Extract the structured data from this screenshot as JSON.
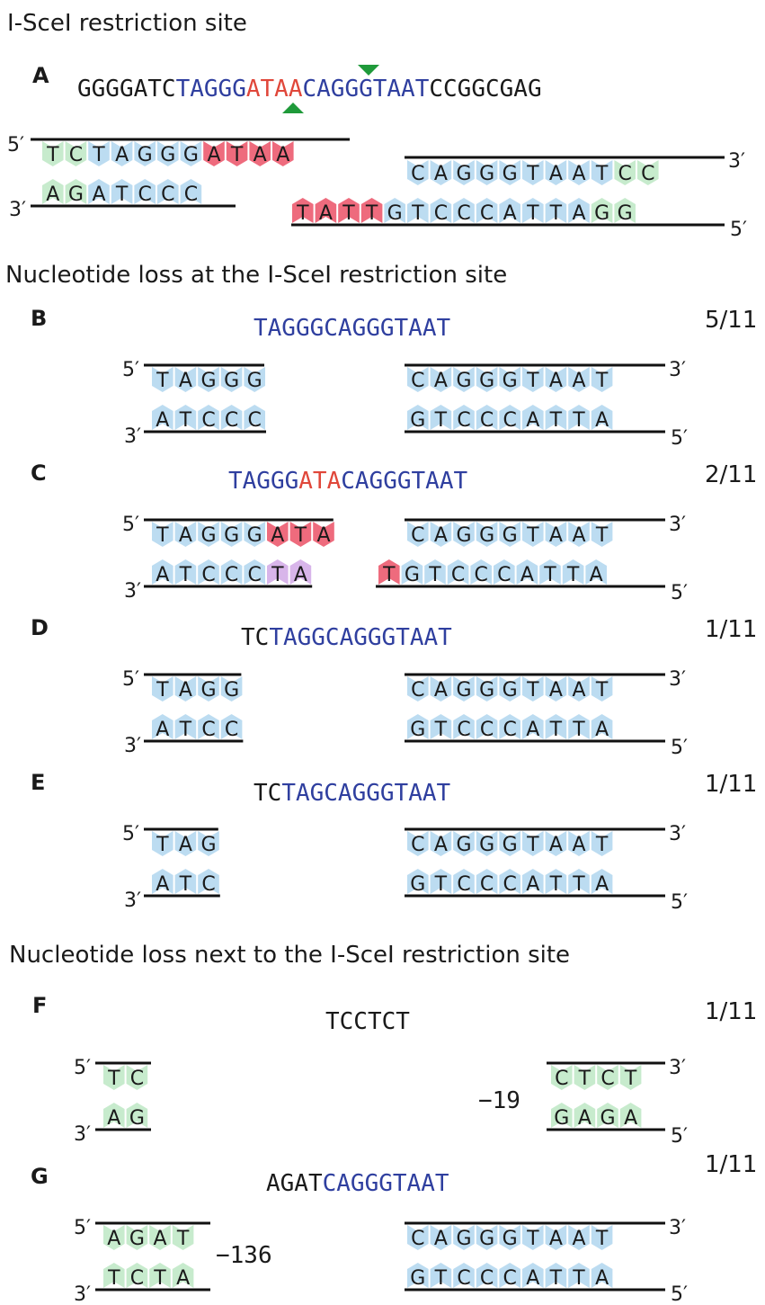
{
  "headings": {
    "site": "I-SceI restriction site",
    "loss_at": "Nucleotide loss at the I-SceI restriction site",
    "loss_next": "Nucleotide loss next to the I-SceI restriction site"
  },
  "end_labels": {
    "five_prime": "5′",
    "three_prime": "3′"
  },
  "colors": {
    "blue_base": "#bcdcf1",
    "green_base": "#c7ebcd",
    "red_base": "#ee6b7d",
    "purple_base": "#d8b5ea",
    "blue_text": "#2f3f9f",
    "red_text": "#e0473a",
    "black_text": "#1a1a1a",
    "cut_marker": "#1f9a3a"
  },
  "panels": [
    {
      "id": "A",
      "letter": "A",
      "sequence": [
        {
          "text": "GGGGATC",
          "color": "black"
        },
        {
          "text": "TAGGG",
          "color": "blue"
        },
        {
          "text": "ATAA",
          "color": "red"
        },
        {
          "text": "CAGGGTAAT",
          "color": "blue"
        },
        {
          "text": "CCGGCGAG",
          "color": "black"
        }
      ],
      "fraction": "",
      "gap_label": "",
      "left_top": [
        {
          "b": "T",
          "c": "green"
        },
        {
          "b": "C",
          "c": "green"
        },
        {
          "b": "T",
          "c": "blue"
        },
        {
          "b": "A",
          "c": "blue"
        },
        {
          "b": "G",
          "c": "blue"
        },
        {
          "b": "G",
          "c": "blue"
        },
        {
          "b": "G",
          "c": "blue"
        },
        {
          "b": "A",
          "c": "red"
        },
        {
          "b": "T",
          "c": "red"
        },
        {
          "b": "A",
          "c": "red"
        },
        {
          "b": "A",
          "c": "red"
        }
      ],
      "left_bottom": [
        {
          "b": "A",
          "c": "green"
        },
        {
          "b": "G",
          "c": "green"
        },
        {
          "b": "A",
          "c": "blue"
        },
        {
          "b": "T",
          "c": "blue"
        },
        {
          "b": "C",
          "c": "blue"
        },
        {
          "b": "C",
          "c": "blue"
        },
        {
          "b": "C",
          "c": "blue"
        }
      ],
      "right_top": [
        {
          "b": "C",
          "c": "blue"
        },
        {
          "b": "A",
          "c": "blue"
        },
        {
          "b": "G",
          "c": "blue"
        },
        {
          "b": "G",
          "c": "blue"
        },
        {
          "b": "G",
          "c": "blue"
        },
        {
          "b": "T",
          "c": "blue"
        },
        {
          "b": "A",
          "c": "blue"
        },
        {
          "b": "A",
          "c": "blue"
        },
        {
          "b": "T",
          "c": "blue"
        },
        {
          "b": "C",
          "c": "green"
        },
        {
          "b": "C",
          "c": "green"
        }
      ],
      "right_bottom": [
        {
          "b": "T",
          "c": "red"
        },
        {
          "b": "A",
          "c": "red"
        },
        {
          "b": "T",
          "c": "red"
        },
        {
          "b": "T",
          "c": "red"
        },
        {
          "b": "G",
          "c": "blue"
        },
        {
          "b": "T",
          "c": "blue"
        },
        {
          "b": "C",
          "c": "blue"
        },
        {
          "b": "C",
          "c": "blue"
        },
        {
          "b": "C",
          "c": "blue"
        },
        {
          "b": "A",
          "c": "blue"
        },
        {
          "b": "T",
          "c": "blue"
        },
        {
          "b": "T",
          "c": "blue"
        },
        {
          "b": "A",
          "c": "blue"
        },
        {
          "b": "G",
          "c": "green"
        },
        {
          "b": "G",
          "c": "green"
        }
      ]
    },
    {
      "id": "B",
      "letter": "B",
      "sequence": [
        {
          "text": "TAGGGCAGGGTAAT",
          "color": "blue"
        }
      ],
      "fraction": "5/11",
      "gap_label": "",
      "left_top": [
        {
          "b": "T",
          "c": "blue"
        },
        {
          "b": "A",
          "c": "blue"
        },
        {
          "b": "G",
          "c": "blue"
        },
        {
          "b": "G",
          "c": "blue"
        },
        {
          "b": "G",
          "c": "blue"
        }
      ],
      "left_bottom": [
        {
          "b": "A",
          "c": "blue"
        },
        {
          "b": "T",
          "c": "blue"
        },
        {
          "b": "C",
          "c": "blue"
        },
        {
          "b": "C",
          "c": "blue"
        },
        {
          "b": "C",
          "c": "blue"
        }
      ],
      "right_top": [
        {
          "b": "C",
          "c": "blue"
        },
        {
          "b": "A",
          "c": "blue"
        },
        {
          "b": "G",
          "c": "blue"
        },
        {
          "b": "G",
          "c": "blue"
        },
        {
          "b": "G",
          "c": "blue"
        },
        {
          "b": "T",
          "c": "blue"
        },
        {
          "b": "A",
          "c": "blue"
        },
        {
          "b": "A",
          "c": "blue"
        },
        {
          "b": "T",
          "c": "blue"
        }
      ],
      "right_bottom": [
        {
          "b": "G",
          "c": "blue"
        },
        {
          "b": "T",
          "c": "blue"
        },
        {
          "b": "C",
          "c": "blue"
        },
        {
          "b": "C",
          "c": "blue"
        },
        {
          "b": "C",
          "c": "blue"
        },
        {
          "b": "A",
          "c": "blue"
        },
        {
          "b": "T",
          "c": "blue"
        },
        {
          "b": "T",
          "c": "blue"
        },
        {
          "b": "A",
          "c": "blue"
        }
      ]
    },
    {
      "id": "C",
      "letter": "C",
      "sequence": [
        {
          "text": "TAGGG",
          "color": "blue"
        },
        {
          "text": "ATA",
          "color": "red"
        },
        {
          "text": "CAGGGTAAT",
          "color": "blue"
        }
      ],
      "fraction": "2/11",
      "gap_label": "",
      "left_top": [
        {
          "b": "T",
          "c": "blue"
        },
        {
          "b": "A",
          "c": "blue"
        },
        {
          "b": "G",
          "c": "blue"
        },
        {
          "b": "G",
          "c": "blue"
        },
        {
          "b": "G",
          "c": "blue"
        },
        {
          "b": "A",
          "c": "red"
        },
        {
          "b": "T",
          "c": "red"
        },
        {
          "b": "A",
          "c": "red"
        }
      ],
      "left_bottom": [
        {
          "b": "A",
          "c": "blue"
        },
        {
          "b": "T",
          "c": "blue"
        },
        {
          "b": "C",
          "c": "blue"
        },
        {
          "b": "C",
          "c": "blue"
        },
        {
          "b": "C",
          "c": "blue"
        },
        {
          "b": "T",
          "c": "purple"
        },
        {
          "b": "A",
          "c": "purple"
        }
      ],
      "right_top": [
        {
          "b": "C",
          "c": "blue"
        },
        {
          "b": "A",
          "c": "blue"
        },
        {
          "b": "G",
          "c": "blue"
        },
        {
          "b": "G",
          "c": "blue"
        },
        {
          "b": "G",
          "c": "blue"
        },
        {
          "b": "T",
          "c": "blue"
        },
        {
          "b": "A",
          "c": "blue"
        },
        {
          "b": "A",
          "c": "blue"
        },
        {
          "b": "T",
          "c": "blue"
        }
      ],
      "right_bottom": [
        {
          "b": "T",
          "c": "red"
        },
        {
          "b": "G",
          "c": "blue"
        },
        {
          "b": "T",
          "c": "blue"
        },
        {
          "b": "C",
          "c": "blue"
        },
        {
          "b": "C",
          "c": "blue"
        },
        {
          "b": "C",
          "c": "blue"
        },
        {
          "b": "A",
          "c": "blue"
        },
        {
          "b": "T",
          "c": "blue"
        },
        {
          "b": "T",
          "c": "blue"
        },
        {
          "b": "A",
          "c": "blue"
        }
      ]
    },
    {
      "id": "D",
      "letter": "D",
      "sequence": [
        {
          "text": "TC",
          "color": "black"
        },
        {
          "text": "TAGGCAGGGTAAT",
          "color": "blue"
        }
      ],
      "fraction": "1/11",
      "gap_label": "",
      "left_top": [
        {
          "b": "T",
          "c": "blue"
        },
        {
          "b": "A",
          "c": "blue"
        },
        {
          "b": "G",
          "c": "blue"
        },
        {
          "b": "G",
          "c": "blue"
        }
      ],
      "left_bottom": [
        {
          "b": "A",
          "c": "blue"
        },
        {
          "b": "T",
          "c": "blue"
        },
        {
          "b": "C",
          "c": "blue"
        },
        {
          "b": "C",
          "c": "blue"
        }
      ],
      "right_top": [
        {
          "b": "C",
          "c": "blue"
        },
        {
          "b": "A",
          "c": "blue"
        },
        {
          "b": "G",
          "c": "blue"
        },
        {
          "b": "G",
          "c": "blue"
        },
        {
          "b": "G",
          "c": "blue"
        },
        {
          "b": "T",
          "c": "blue"
        },
        {
          "b": "A",
          "c": "blue"
        },
        {
          "b": "A",
          "c": "blue"
        },
        {
          "b": "T",
          "c": "blue"
        }
      ],
      "right_bottom": [
        {
          "b": "G",
          "c": "blue"
        },
        {
          "b": "T",
          "c": "blue"
        },
        {
          "b": "C",
          "c": "blue"
        },
        {
          "b": "C",
          "c": "blue"
        },
        {
          "b": "C",
          "c": "blue"
        },
        {
          "b": "A",
          "c": "blue"
        },
        {
          "b": "T",
          "c": "blue"
        },
        {
          "b": "T",
          "c": "blue"
        },
        {
          "b": "A",
          "c": "blue"
        }
      ]
    },
    {
      "id": "E",
      "letter": "E",
      "sequence": [
        {
          "text": "TC",
          "color": "black"
        },
        {
          "text": "TAGCAGGGTAAT",
          "color": "blue"
        }
      ],
      "fraction": "1/11",
      "gap_label": "",
      "left_top": [
        {
          "b": "T",
          "c": "blue"
        },
        {
          "b": "A",
          "c": "blue"
        },
        {
          "b": "G",
          "c": "blue"
        }
      ],
      "left_bottom": [
        {
          "b": "A",
          "c": "blue"
        },
        {
          "b": "T",
          "c": "blue"
        },
        {
          "b": "C",
          "c": "blue"
        }
      ],
      "right_top": [
        {
          "b": "C",
          "c": "blue"
        },
        {
          "b": "A",
          "c": "blue"
        },
        {
          "b": "G",
          "c": "blue"
        },
        {
          "b": "G",
          "c": "blue"
        },
        {
          "b": "G",
          "c": "blue"
        },
        {
          "b": "T",
          "c": "blue"
        },
        {
          "b": "A",
          "c": "blue"
        },
        {
          "b": "A",
          "c": "blue"
        },
        {
          "b": "T",
          "c": "blue"
        }
      ],
      "right_bottom": [
        {
          "b": "G",
          "c": "blue"
        },
        {
          "b": "T",
          "c": "blue"
        },
        {
          "b": "C",
          "c": "blue"
        },
        {
          "b": "C",
          "c": "blue"
        },
        {
          "b": "C",
          "c": "blue"
        },
        {
          "b": "A",
          "c": "blue"
        },
        {
          "b": "T",
          "c": "blue"
        },
        {
          "b": "T",
          "c": "blue"
        },
        {
          "b": "A",
          "c": "blue"
        }
      ]
    },
    {
      "id": "F",
      "letter": "F",
      "sequence": [
        {
          "text": "TCCTCT",
          "color": "black"
        }
      ],
      "fraction": "1/11",
      "gap_label": "−19",
      "left_top": [
        {
          "b": "T",
          "c": "green"
        },
        {
          "b": "C",
          "c": "green"
        }
      ],
      "left_bottom": [
        {
          "b": "A",
          "c": "green"
        },
        {
          "b": "G",
          "c": "green"
        }
      ],
      "right_top": [
        {
          "b": "C",
          "c": "green"
        },
        {
          "b": "T",
          "c": "green"
        },
        {
          "b": "C",
          "c": "green"
        },
        {
          "b": "T",
          "c": "green"
        }
      ],
      "right_bottom": [
        {
          "b": "G",
          "c": "green"
        },
        {
          "b": "A",
          "c": "green"
        },
        {
          "b": "G",
          "c": "green"
        },
        {
          "b": "A",
          "c": "green"
        }
      ]
    },
    {
      "id": "G",
      "letter": "G",
      "sequence": [
        {
          "text": "AGAT",
          "color": "black"
        },
        {
          "text": "CAGGGTAAT",
          "color": "blue"
        }
      ],
      "fraction": "1/11",
      "gap_label": "−136",
      "left_top": [
        {
          "b": "A",
          "c": "green"
        },
        {
          "b": "G",
          "c": "green"
        },
        {
          "b": "A",
          "c": "green"
        },
        {
          "b": "T",
          "c": "green"
        }
      ],
      "left_bottom": [
        {
          "b": "T",
          "c": "green"
        },
        {
          "b": "C",
          "c": "green"
        },
        {
          "b": "T",
          "c": "green"
        },
        {
          "b": "A",
          "c": "green"
        }
      ],
      "right_top": [
        {
          "b": "C",
          "c": "blue"
        },
        {
          "b": "A",
          "c": "blue"
        },
        {
          "b": "G",
          "c": "blue"
        },
        {
          "b": "G",
          "c": "blue"
        },
        {
          "b": "G",
          "c": "blue"
        },
        {
          "b": "T",
          "c": "blue"
        },
        {
          "b": "A",
          "c": "blue"
        },
        {
          "b": "A",
          "c": "blue"
        },
        {
          "b": "T",
          "c": "blue"
        }
      ],
      "right_bottom": [
        {
          "b": "G",
          "c": "blue"
        },
        {
          "b": "T",
          "c": "blue"
        },
        {
          "b": "C",
          "c": "blue"
        },
        {
          "b": "C",
          "c": "blue"
        },
        {
          "b": "C",
          "c": "blue"
        },
        {
          "b": "A",
          "c": "blue"
        },
        {
          "b": "T",
          "c": "blue"
        },
        {
          "b": "T",
          "c": "blue"
        },
        {
          "b": "A",
          "c": "blue"
        }
      ]
    }
  ]
}
